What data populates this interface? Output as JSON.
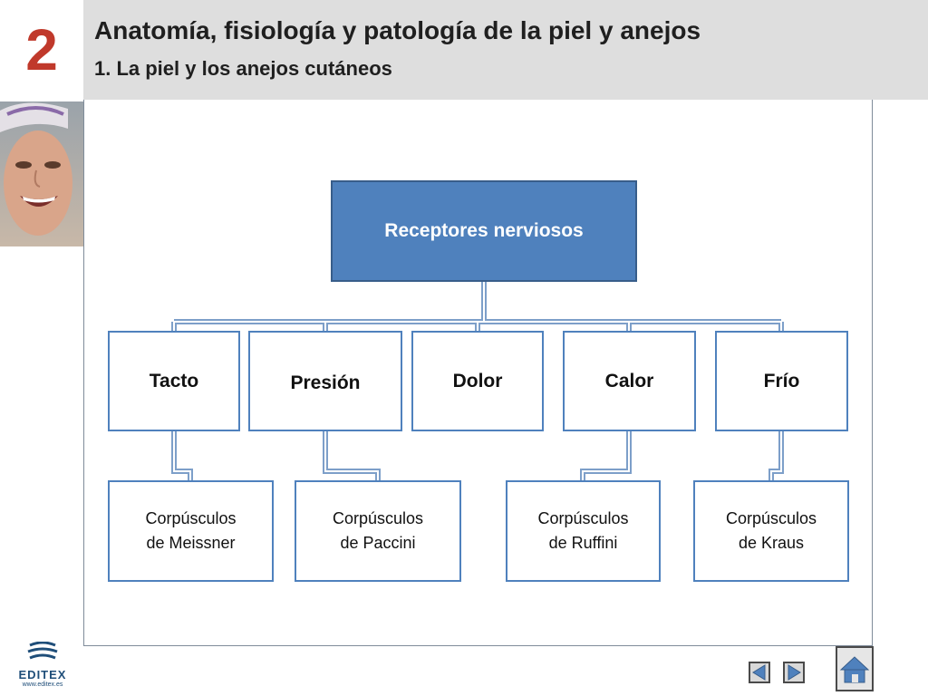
{
  "header": {
    "chapter_number": "2",
    "title": "Anatomía, fisiología y patología de la piel y anejos",
    "subtitle": "1. La piel y los anejos cutáneos"
  },
  "diagram": {
    "root": "Receptores nerviosos",
    "categories": [
      {
        "label": "Tacto",
        "receptor_line1": "Corpúsculos",
        "receptor_line2": "de Meissner"
      },
      {
        "label": "Presión",
        "receptor_line1": "Corpúsculos",
        "receptor_line2": "de Paccini"
      },
      {
        "label": "Dolor"
      },
      {
        "label": "Calor",
        "receptor_line1": "Corpúsculos",
        "receptor_line2": "de Ruffini"
      },
      {
        "label": "Frío",
        "receptor_line1": "Corpúsculos",
        "receptor_line2": "de Kraus"
      }
    ]
  },
  "footer": {
    "logo_text": "EDITEX",
    "logo_url": "www.editex.es"
  },
  "colors": {
    "accent": "#4f81bd",
    "chapter": "#c0392b",
    "header_band": "#dedede"
  }
}
